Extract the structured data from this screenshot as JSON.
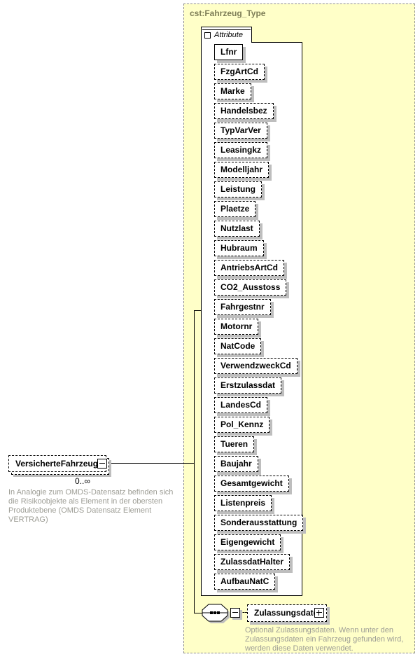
{
  "type_box": {
    "title": "cst:Fahrzeug_Type",
    "bg_color": "#FFFFC8",
    "border_color": "#8C8C8C"
  },
  "attribute_section": {
    "label": "Attribute"
  },
  "attributes": [
    {
      "name": "Lfnr",
      "required": true
    },
    {
      "name": "FzgArtCd",
      "required": false
    },
    {
      "name": "Marke",
      "required": false
    },
    {
      "name": "Handelsbez",
      "required": false
    },
    {
      "name": "TypVarVer",
      "required": false
    },
    {
      "name": "Leasingkz",
      "required": false
    },
    {
      "name": "Modelljahr",
      "required": false
    },
    {
      "name": "Leistung",
      "required": false
    },
    {
      "name": "Plaetze",
      "required": false
    },
    {
      "name": "Nutzlast",
      "required": false
    },
    {
      "name": "Hubraum",
      "required": false
    },
    {
      "name": "AntriebsArtCd",
      "required": false
    },
    {
      "name": "CO2_Ausstoss",
      "required": false
    },
    {
      "name": "Fahrgestnr",
      "required": false
    },
    {
      "name": "Motornr",
      "required": false
    },
    {
      "name": "NatCode",
      "required": false
    },
    {
      "name": "VerwendzweckCd",
      "required": false
    },
    {
      "name": "Erstzulassdat",
      "required": false
    },
    {
      "name": "LandesCd",
      "required": false
    },
    {
      "name": "Pol_Kennz",
      "required": false
    },
    {
      "name": "Tueren",
      "required": false
    },
    {
      "name": "Baujahr",
      "required": false
    },
    {
      "name": "Gesamtgewicht",
      "required": false
    },
    {
      "name": "Listenpreis",
      "required": false
    },
    {
      "name": "Sonderausstattung",
      "required": false
    },
    {
      "name": "Eigengewicht",
      "required": false
    },
    {
      "name": "ZulassdatHalter",
      "required": false
    },
    {
      "name": "AufbauNatC",
      "required": false
    }
  ],
  "root_element": {
    "name": "VersicherteFahrzeuge",
    "cardinality": "0..∞",
    "annotation": "In Analogie zum OMDS-Datensatz befinden sich die Risikoobjekte als Element in der obersten Produktebene (OMDS Datensatz Element VERTRAG)"
  },
  "content_model": {
    "compositor": "sequence",
    "child_element": {
      "name": "Zulassungsdaten",
      "annotation": "Optional Zulassungsdaten. Wenn unter den Zulassungsdaten ein Fahrzeug gefunden wird, werden diese Daten verwendet."
    }
  },
  "colors": {
    "shadow": "#BEBEBE",
    "annotation_text": "#9D9D95",
    "title_text": "#7D7D56"
  }
}
